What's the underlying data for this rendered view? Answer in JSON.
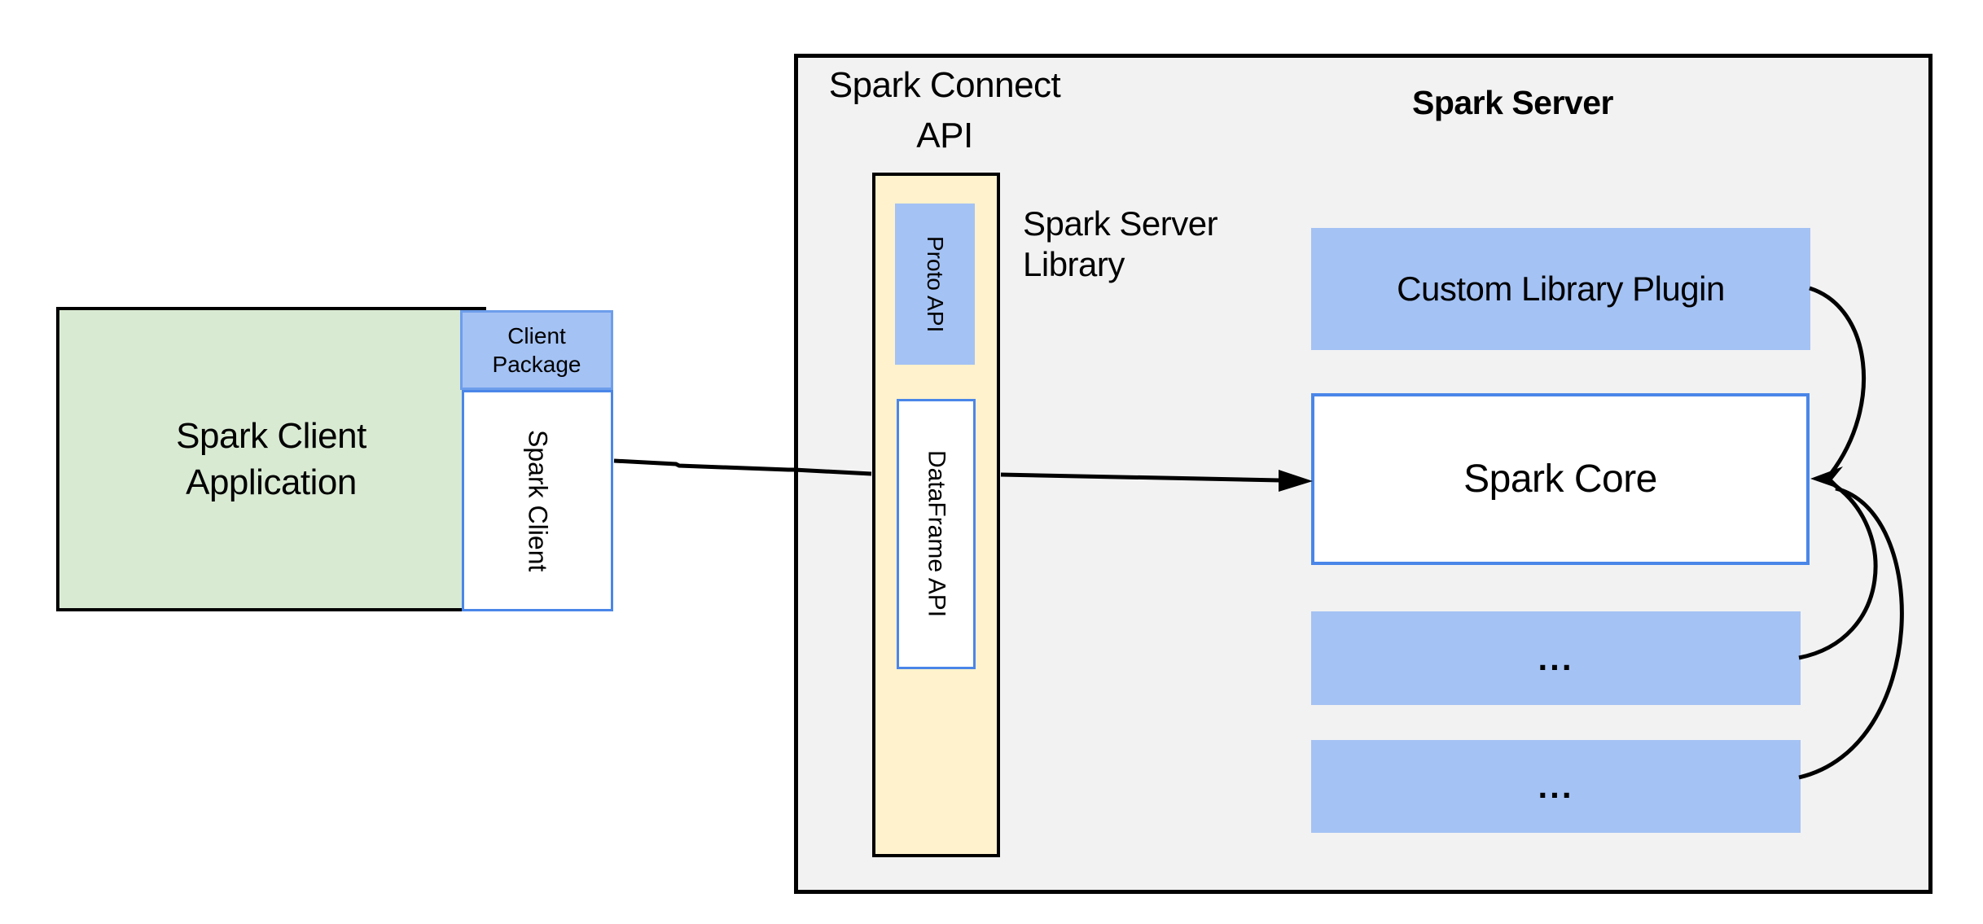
{
  "client_app": {
    "line1": "Spark Client",
    "line2": "Application"
  },
  "client_package": {
    "line1": "Client",
    "line2": "Package"
  },
  "spark_client_label": "Spark Client",
  "connect_api": {
    "line1": "Spark Connect",
    "line2": "API"
  },
  "proto_api_label": "Proto API",
  "dataframe_api_label": "DataFrame API",
  "server_library": {
    "line1": "Spark Server",
    "line2": "Library"
  },
  "spark_server_title": "Spark Server",
  "custom_plugin_label": "Custom Library Plugin",
  "spark_core_label": "Spark Core",
  "ellipsis_boxes": [
    "...",
    "..."
  ],
  "colors": {
    "green_fill": "#d9ead3",
    "blue_fill": "#a4c2f4",
    "yellow_fill": "#fff2cc",
    "gray_fill": "#f2f2f2",
    "blue_border": "#4a86e8",
    "package_border": "#6d9eeb",
    "line_color": "#000000"
  }
}
